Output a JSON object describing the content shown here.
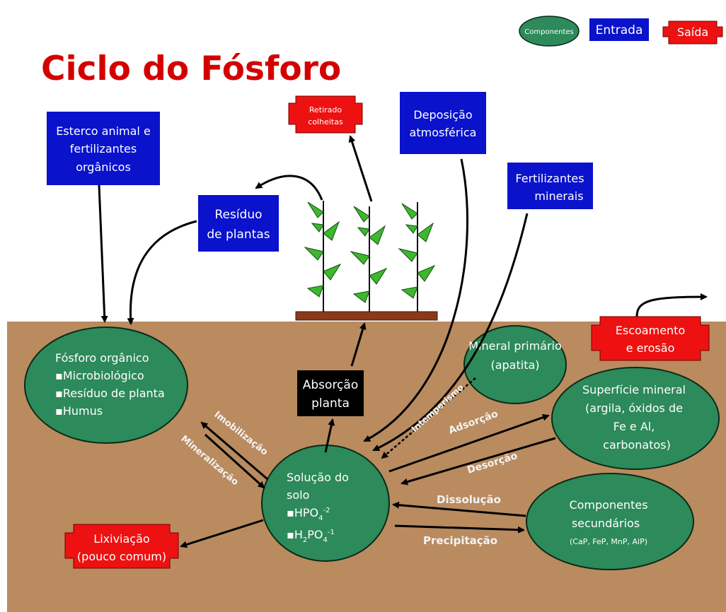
{
  "title": "Ciclo do Fósforo",
  "legend": {
    "component": "Componentes",
    "input": "Entrada",
    "output": "Saída"
  },
  "inputs": {
    "manure": [
      "Esterco animal e",
      "fertilizantes",
      "orgânicos"
    ],
    "plant_residue": [
      "Resíduo",
      "de plantas"
    ],
    "deposition": [
      "Deposição",
      "atmosférica"
    ],
    "mineral_fertilizers": [
      "Fertilizantes",
      "minerais"
    ]
  },
  "outputs": {
    "harvest": [
      "Retirado",
      "colheitas"
    ],
    "runoff": [
      "Escoamento",
      "e erosão"
    ],
    "leaching": [
      "Lixiviação",
      "(pouco comum)"
    ]
  },
  "components": {
    "organic_p": [
      "Fósforo orgânico",
      "▪Microbiológico",
      "▪Resíduo de planta",
      "▪Humus"
    ],
    "primary_mineral": [
      "Mineral primário",
      "(apatita)"
    ],
    "mineral_surface": [
      "Superfície mineral",
      "(argila, óxidos de",
      "Fe e Al,",
      "carbonatos)"
    ],
    "soil_solution": {
      "line1": "Solução do",
      "line2": "solo",
      "hpo4": "▪HPO",
      "hpo4_sub": "4",
      "hpo4_sup": "-2",
      "h2po4_a": "▪H",
      "h2po4_sub1": "2",
      "h2po4_b": "PO",
      "h2po4_sub2": "4",
      "h2po4_sup": "-1"
    },
    "secondary": [
      "Componentes",
      "secundários",
      "(CaP, FeP, MnP, AlP)"
    ]
  },
  "plant_uptake": [
    "Absorção",
    "planta"
  ],
  "processes": {
    "immobilization": "Imobilização",
    "mineralization": "Mineralização",
    "weathering": "Intemperismo",
    "adsorption": "Adsorção",
    "desorption": "Desorção",
    "dissolution": "Dissolução",
    "precipitation": "Precipitação"
  },
  "colors": {
    "title": "#d40000",
    "soil": "#b98b5f",
    "component": "#2d8a5a",
    "input": "#0a12cc",
    "output": "#ee1111",
    "uptake": "#000000",
    "plant": "#3cb82e",
    "pot": "#8a3a1a"
  }
}
